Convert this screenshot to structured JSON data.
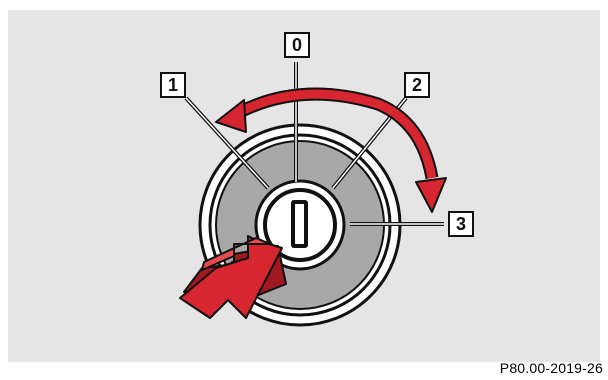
{
  "positions": [
    {
      "label": "0",
      "meaning": ""
    },
    {
      "label": "1",
      "meaning": ""
    },
    {
      "label": "2",
      "meaning": ""
    },
    {
      "label": "3",
      "meaning": ""
    }
  ],
  "caption": "P80.00-2019-26",
  "colors": {
    "background_panel": "#e5e5e5",
    "outer_ring": "#ffffff",
    "lock_grey": "#a8a8a8",
    "arrow_red": "#d7262f",
    "arrow_red_dark": "#a01820",
    "outline": "#111111"
  },
  "icons": {
    "key_insert_arrow": "insert-key-arrow-icon",
    "rotation_arrow": "rotation-arrow-icon"
  }
}
